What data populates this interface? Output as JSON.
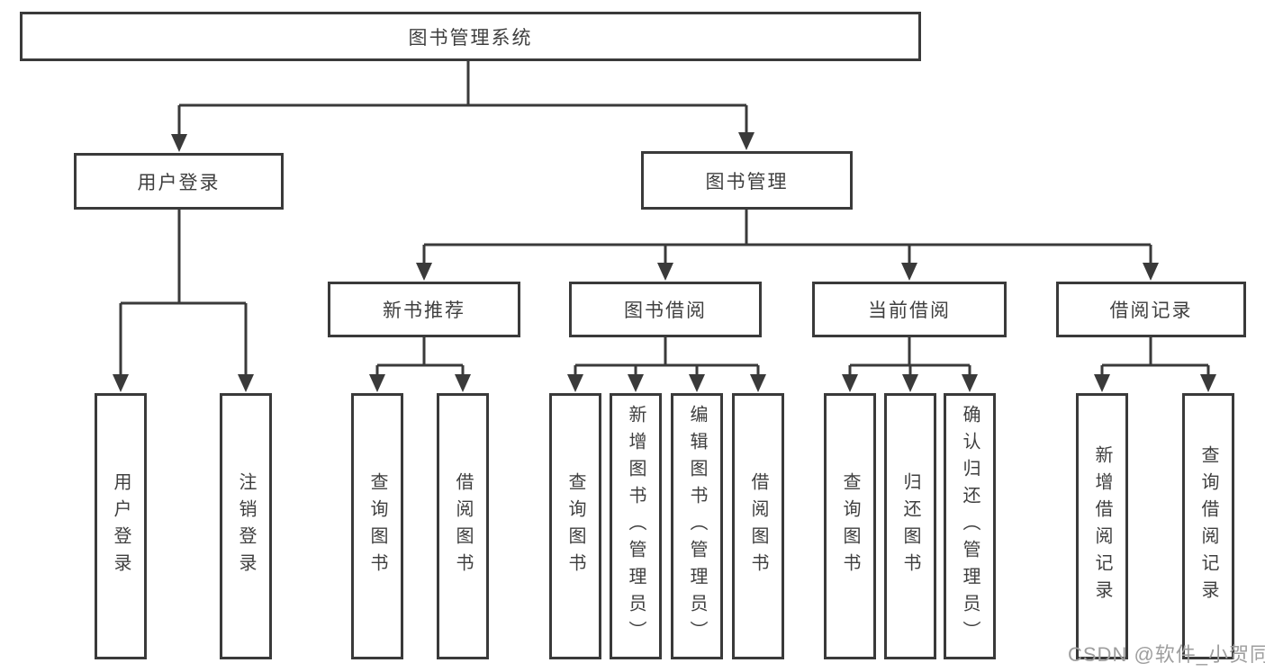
{
  "diagram": {
    "tree": {
      "root": {
        "label": "图书管理系统"
      },
      "children": [
        {
          "label": "用户登录",
          "children": [
            {
              "label": "用户登录"
            },
            {
              "label": "注销登录"
            }
          ]
        },
        {
          "label": "图书管理",
          "children": [
            {
              "label": "新书推荐",
              "children": [
                {
                  "label": "查询图书"
                },
                {
                  "label": "借阅图书"
                }
              ]
            },
            {
              "label": "图书借阅",
              "children": [
                {
                  "label": "查询图书"
                },
                {
                  "label": "新增图书（管理员）"
                },
                {
                  "label": "编辑图书（管理员）"
                },
                {
                  "label": "借阅图书"
                }
              ]
            },
            {
              "label": "当前借阅",
              "children": [
                {
                  "label": "查询图书"
                },
                {
                  "label": "归还图书"
                },
                {
                  "label": "确认归还（管理员）"
                }
              ]
            },
            {
              "label": "借阅记录",
              "children": [
                {
                  "label": "新增借阅记录"
                },
                {
                  "label": "查询借阅记录"
                }
              ]
            }
          ]
        }
      ]
    },
    "watermark": "CSDN @软件_小贺同学",
    "colors": {
      "line": "#3a3a3a",
      "text": "#3f3f3f",
      "watermark": "#9e9e9e",
      "background": "#ffffff"
    }
  }
}
